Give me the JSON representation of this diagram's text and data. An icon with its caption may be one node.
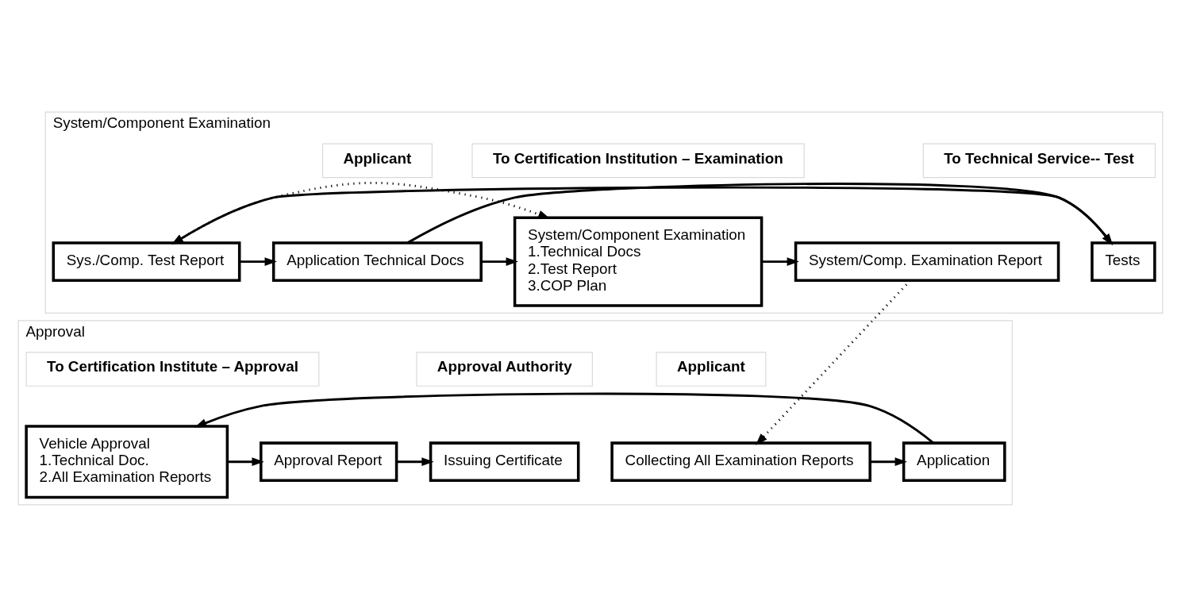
{
  "diagram": {
    "nodes": [
      {
        "text": [
          "System/Component Examination"
        ]
      },
      {
        "text": [
          "Applicant"
        ],
        "in": 0
      },
      {
        "text": [
          "To Technical Service-- Test"
        ],
        "in": 0
      },
      {
        "text": [
          "To Certification Institution – Examination"
        ],
        "in": 0
      },
      {
        "text": [
          "Application Technical Docs"
        ],
        "in": 0
      },
      {
        "text": [
          "Tests"
        ],
        "in": 0
      },
      {
        "text": [
          "Sys./Comp. Test Report"
        ],
        "in": 0
      },
      {
        "text": [
          "System/Component Examination",
          "1.Technical Docs",
          "2.Test Report",
          "3.COP Plan"
        ],
        "in": 0
      },
      {
        "text": [
          "System/Comp. Examination Report"
        ],
        "in": 0
      },
      {
        "text": [
          "Approval"
        ]
      },
      {
        "text": [
          "Applicant"
        ],
        "in": 9
      },
      {
        "text": [
          "To Certification Institute – Approval"
        ],
        "in": 9
      },
      {
        "text": [
          "Approval Authority"
        ],
        "in": 9
      },
      {
        "text": [
          "Collecting All Examination Reports"
        ],
        "in": 9
      },
      {
        "text": [
          "Application"
        ],
        "in": 9
      },
      {
        "text": [
          "Vehicle Approval",
          "1.Technical Doc.",
          "2.All Examination Reports"
        ],
        "in": 9
      },
      {
        "text": [
          "Approval Report"
        ],
        "in": 9
      },
      {
        "text": [
          "Issuing Certificate"
        ],
        "in": 9
      }
    ],
    "edges": [
      {
        "from": 4,
        "to": 5,
        "arrow": "to"
      },
      {
        "from": 5,
        "to": 6,
        "arrow": "to"
      },
      {
        "from": 6,
        "to": 4,
        "arrow": "to"
      },
      {
        "from": 4,
        "to": 7,
        "arrow": "to"
      },
      {
        "from": 6,
        "to": 7,
        "arrow": "to",
        "style": "dashed"
      },
      {
        "from": 7,
        "to": 8,
        "arrow": "to"
      },
      {
        "from": 8,
        "to": 13,
        "arrow": "to",
        "style": "dashed"
      },
      {
        "from": 13,
        "to": 14,
        "arrow": "to"
      },
      {
        "from": 14,
        "to": 15,
        "arrow": "to"
      },
      {
        "from": 15,
        "to": 16,
        "arrow": "to"
      },
      {
        "from": 16,
        "to": 17,
        "arrow": "to"
      }
    ]
  }
}
